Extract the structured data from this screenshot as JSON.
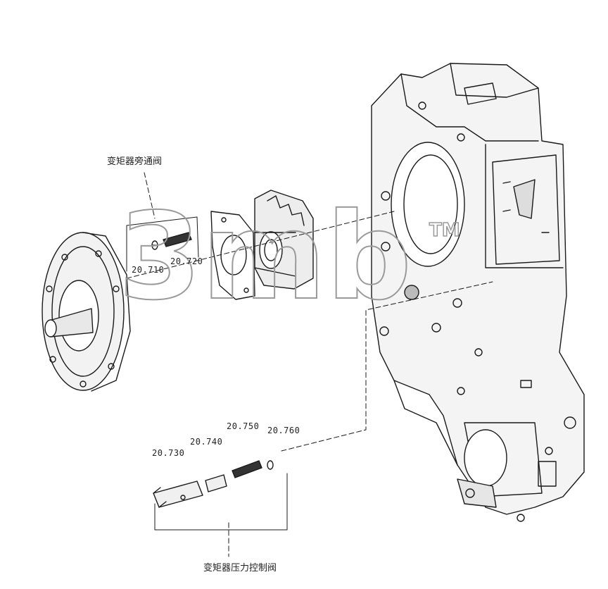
{
  "labels": {
    "bypass_valve": "变矩器旁通阀",
    "pressure_valve": "变矩器压力控制阀"
  },
  "parts": {
    "p710": "20.710",
    "p720": "20.720",
    "p730": "20.730",
    "p740": "20.740",
    "p750": "20.750",
    "p760": "20.760"
  },
  "watermark": {
    "text": "3mb",
    "tm": "TM"
  }
}
